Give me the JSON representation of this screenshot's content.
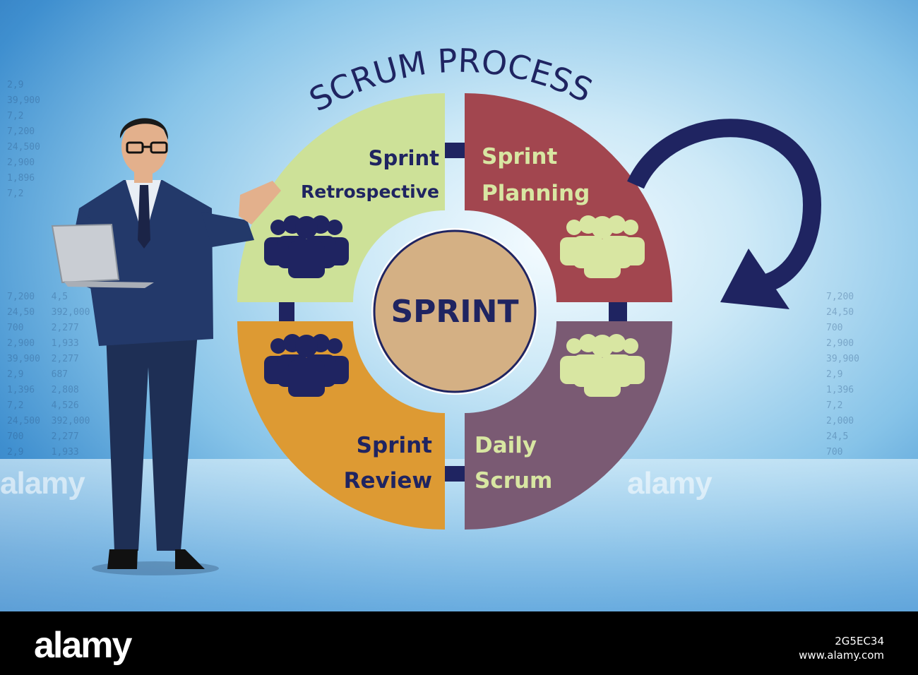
{
  "diagram": {
    "title": "SCRUM PROCESS",
    "center_label": "SPRINT",
    "stages": [
      {
        "id": "planning",
        "lines": [
          "Sprint",
          "Planning"
        ],
        "color": "#a2464f",
        "text_color": "#d8e6a2"
      },
      {
        "id": "daily",
        "lines": [
          "Daily",
          "Scrum"
        ],
        "color": "#7a5a73",
        "text_color": "#d8e6a2"
      },
      {
        "id": "review",
        "lines": [
          "Sprint",
          "Review"
        ],
        "color": "#dd9a33",
        "text_color": "#1f2461"
      },
      {
        "id": "retrospective",
        "lines": [
          "Sprint",
          "Retrospective"
        ],
        "color": "#cde198",
        "text_color": "#1f2461"
      }
    ],
    "colors": {
      "navy": "#1f2461",
      "center_fill": "#d4b084",
      "light_icon": "#d8e6a2"
    }
  },
  "watermark": {
    "brand": "alamy"
  },
  "footer": {
    "brand": "alamy",
    "image_id": "2G5EC34",
    "site": "www.alamy.com"
  }
}
